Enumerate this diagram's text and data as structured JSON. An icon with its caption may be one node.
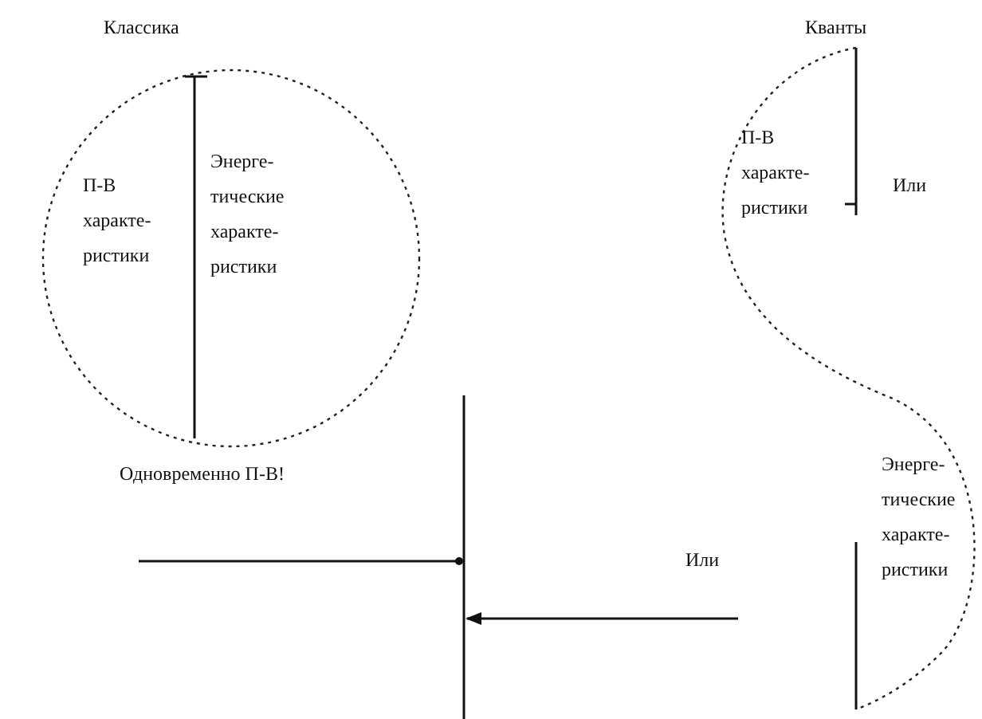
{
  "diagram": {
    "nodes": [
      {
        "text": [
          "Классика",
          "П-В характе-ристики",
          "Энерге-тические характе-ристики"
        ]
      },
      {
        "text": [
          "Кванты",
          "П-В характе-ристики",
          "Энерге-тические характе-ристики"
        ]
      },
      {
        "text": [],
        "shape": "bar"
      }
    ],
    "edges": [
      {
        "from": null,
        "to": 2,
        "arrow": "other"
      },
      {
        "from": 1,
        "to": 2,
        "arrow": "to"
      }
    ],
    "labels": [
      "Или",
      "Одновременно П-В!",
      "Или"
    ]
  }
}
